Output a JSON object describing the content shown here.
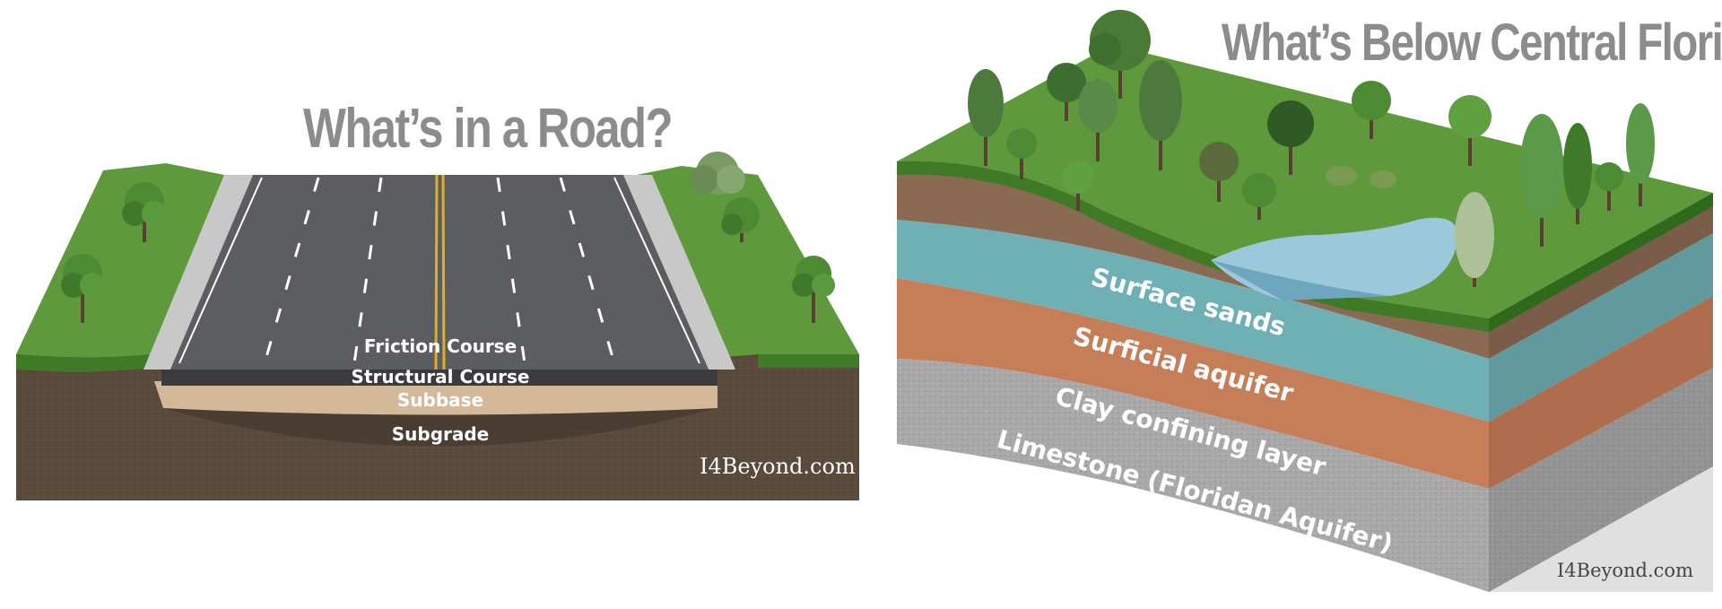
{
  "road": {
    "title": "What’s in a Road?",
    "layers": {
      "friction": "Friction Course",
      "structural": "Structural Course",
      "subbase": "Subbase",
      "subgrade": "Subgrade"
    },
    "credit": "I4Beyond.com"
  },
  "geology": {
    "title": "What’s Below Central Florida?",
    "layers": {
      "surface": "Surface sands",
      "aquifer": "Surficial aquifer",
      "clay": "Clay confining layer",
      "limestone": "Limestone (Floridan Aquifer)"
    },
    "credit": "I4Beyond.com"
  },
  "colors": {
    "grass": "#5e9a3c",
    "grass_edge": "#3f7a26",
    "asphalt": "#5b5d60",
    "lane_line": "#ffffff",
    "center_line": "#e0b020",
    "soil": "#5a4a3c",
    "subbase": "#d4b89a",
    "sand_layer": "#8a6a52",
    "aquifer": "#6fb0b4",
    "clay": "#c67e58",
    "limestone": "#a6a6a6",
    "pond": "#9cc8dc",
    "title_gray": "#8c8c8c"
  }
}
